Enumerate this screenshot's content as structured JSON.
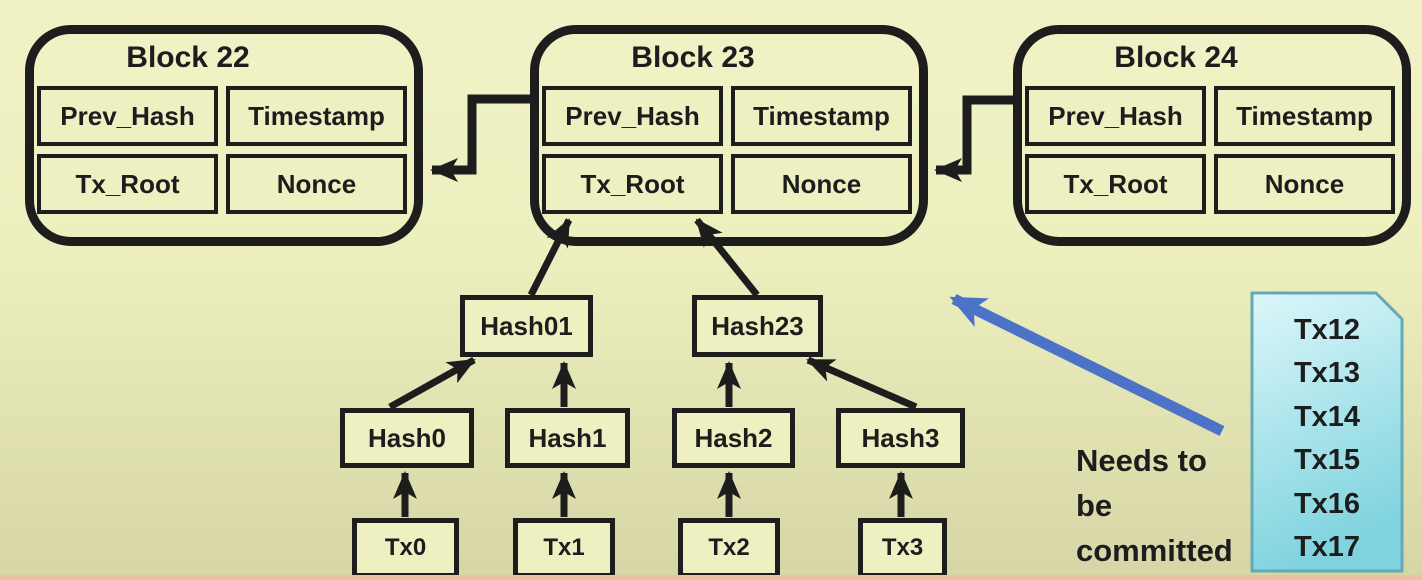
{
  "blocks": [
    {
      "title": "Block 22",
      "fields": [
        "Prev_Hash",
        "Timestamp",
        "Tx_Root",
        "Nonce"
      ]
    },
    {
      "title": "Block 23",
      "fields": [
        "Prev_Hash",
        "Timestamp",
        "Tx_Root",
        "Nonce"
      ]
    },
    {
      "title": "Block 24",
      "fields": [
        "Prev_Hash",
        "Timestamp",
        "Tx_Root",
        "Nonce"
      ]
    }
  ],
  "merkle": {
    "parents": [
      "Hash01",
      "Hash23"
    ],
    "hashes": [
      "Hash0",
      "Hash1",
      "Hash2",
      "Hash3"
    ],
    "transactions": [
      "Tx0",
      "Tx1",
      "Tx2",
      "Tx3"
    ]
  },
  "pending": {
    "note": "Needs to be committed",
    "items": [
      "Tx12",
      "Tx13",
      "Tx14",
      "Tx15",
      "Tx16",
      "Tx17"
    ]
  },
  "colors": {
    "background_top": "#f1f3c7",
    "background_bottom": "#d6d5a6",
    "ink": "#1d1d1d",
    "box_fill": "#eef0c1",
    "blue_arrow": "#4d73c8",
    "note_fill_top": "#dcf7fa",
    "note_fill_bottom": "#7fd3de",
    "note_border": "#64a9b6",
    "footer_strip": "#edc29f"
  }
}
